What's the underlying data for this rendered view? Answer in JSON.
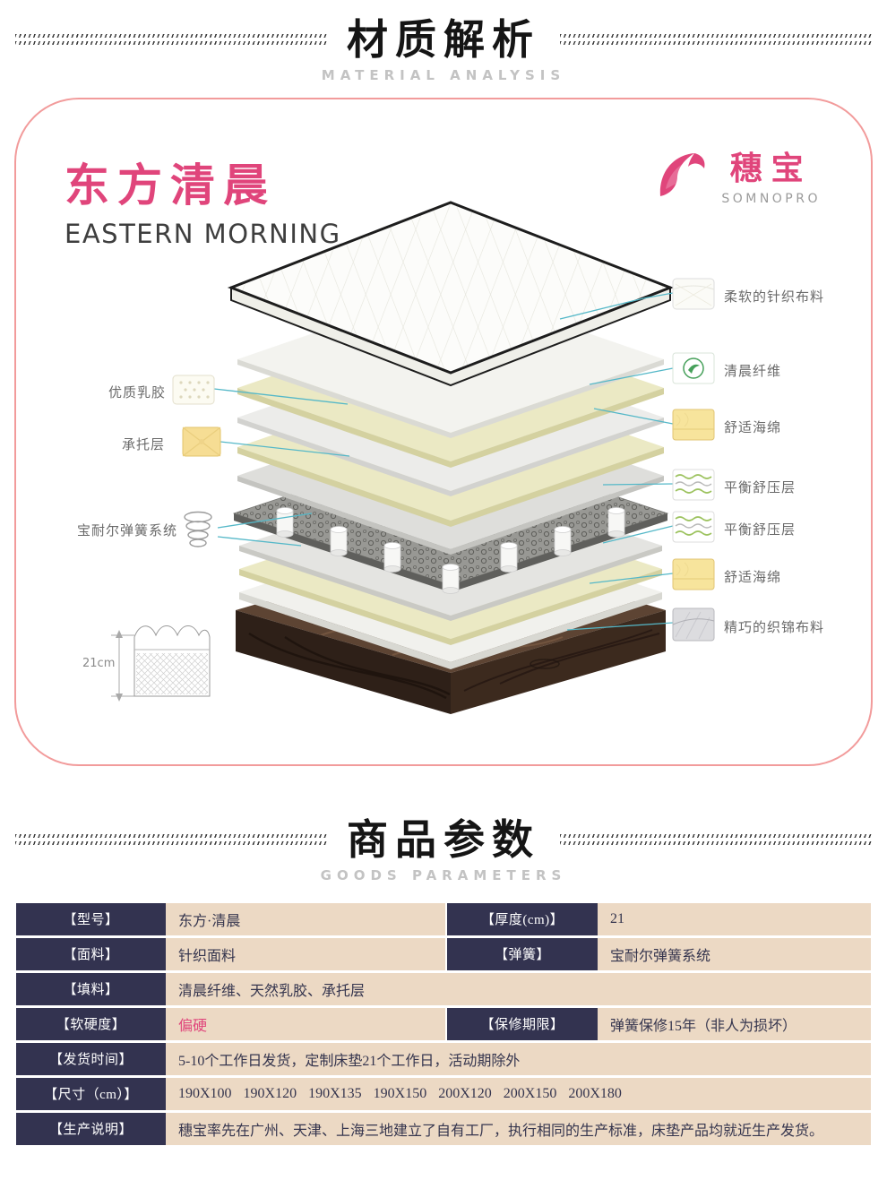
{
  "colors": {
    "brand_pink": "#e0457b",
    "card_border": "#f29b9b",
    "connector_teal": "#55b8c8",
    "param_label_bg": "#333350",
    "param_value_bg": "#ecd9c4"
  },
  "material_section": {
    "title": "材质解析",
    "subtitle": "MATERIAL ANALYSIS"
  },
  "card": {
    "product_name_cn": "东方清晨",
    "product_name_en": "EASTERN MORNING",
    "brand_cn": "穗宝",
    "brand_en": "SOMNOPRO",
    "height_label": "21cm",
    "left_labels": [
      {
        "label": "优质乳胶",
        "icon": "latex-swatch-icon"
      },
      {
        "label": "承托层",
        "icon": "support-layer-icon"
      },
      {
        "label": "宝耐尔弹簧系统",
        "icon": "spring-coil-icon"
      }
    ],
    "right_labels": [
      {
        "label": "柔软的针织布料",
        "icon": "knit-fabric-icon"
      },
      {
        "label": "清晨纤维",
        "icon": "fiber-badge-icon"
      },
      {
        "label": "舒适海绵",
        "icon": "sponge-icon"
      },
      {
        "label": "平衡舒压层",
        "icon": "pressure-layer-icon"
      },
      {
        "label": "平衡舒压层",
        "icon": "pressure-layer-icon"
      },
      {
        "label": "舒适海绵",
        "icon": "sponge-icon"
      },
      {
        "label": "精巧的织锦布料",
        "icon": "brocade-fabric-icon"
      }
    ]
  },
  "params_section": {
    "title": "商品参数",
    "subtitle": "GOODS PARAMETERS"
  },
  "params": {
    "rows": [
      {
        "cells": [
          {
            "label": "【型号】",
            "value": "东方·清晨"
          },
          {
            "label": "【厚度(cm)】",
            "value": "21"
          }
        ]
      },
      {
        "cells": [
          {
            "label": "【面料】",
            "value": "针织面料"
          },
          {
            "label": "【弹簧】",
            "value": "宝耐尔弹簧系统"
          }
        ]
      },
      {
        "cells": [
          {
            "label": "【填料】",
            "value": "清晨纤维、天然乳胶、承托层"
          }
        ]
      },
      {
        "cells": [
          {
            "label": "【软硬度】",
            "value": "偏硬"
          },
          {
            "label": "【保修期限】",
            "value": "弹簧保修15年（非人为损坏）"
          }
        ]
      },
      {
        "cells": [
          {
            "label": "【发货时间】",
            "value": "5-10个工作日发货，定制床垫21个工作日，活动期除外"
          }
        ]
      },
      {
        "cells": [
          {
            "label": "【尺寸（cm）】",
            "value": "190X100 190X120 190X135 190X150 200X120 200X150 200X180"
          }
        ]
      },
      {
        "cells": [
          {
            "label": "【生产说明】",
            "value": "穗宝率先在广州、天津、上海三地建立了自有工厂，执行相同的生产标准，床垫产品均就近生产发货。"
          }
        ]
      }
    ]
  }
}
